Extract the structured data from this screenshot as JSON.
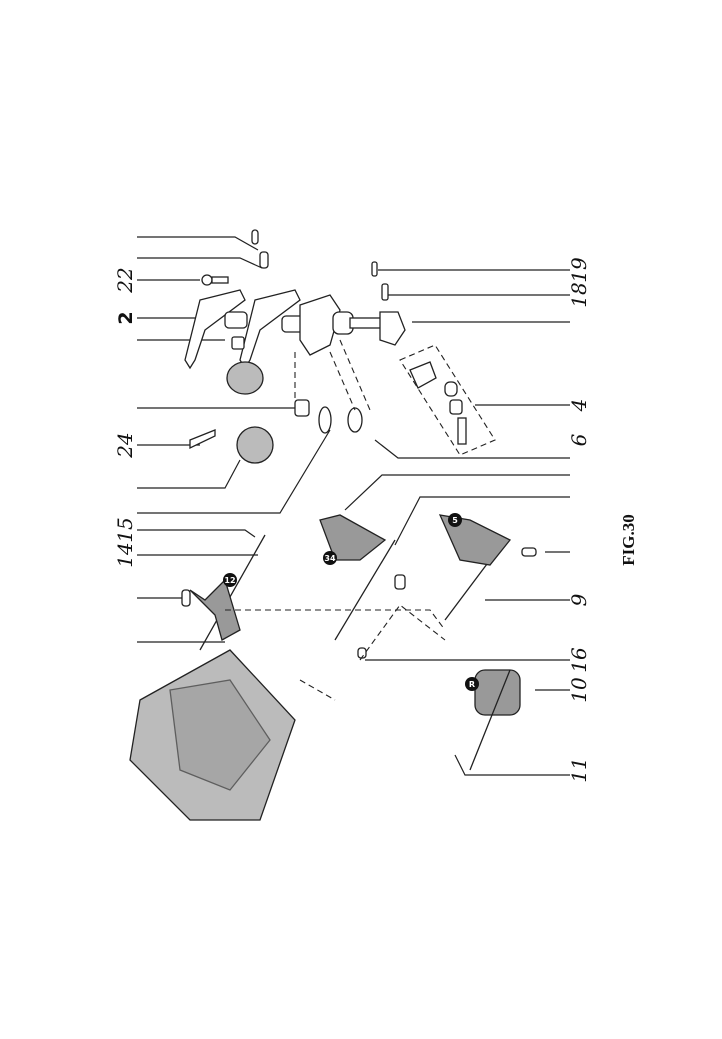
{
  "figure_title": "FIG.30",
  "left_labels": {
    "l22": "22",
    "l2": "2",
    "l24": "24",
    "l14": "14",
    "l15": "15"
  },
  "right_labels": {
    "l19": "19",
    "l18": "18",
    "l4": "4",
    "l6": "6",
    "l9": "9",
    "l16": "16",
    "l10": "10",
    "l11": "11"
  },
  "gear_badges": {
    "g12": "12",
    "g34": "34",
    "g5": "5",
    "gR": "R"
  }
}
